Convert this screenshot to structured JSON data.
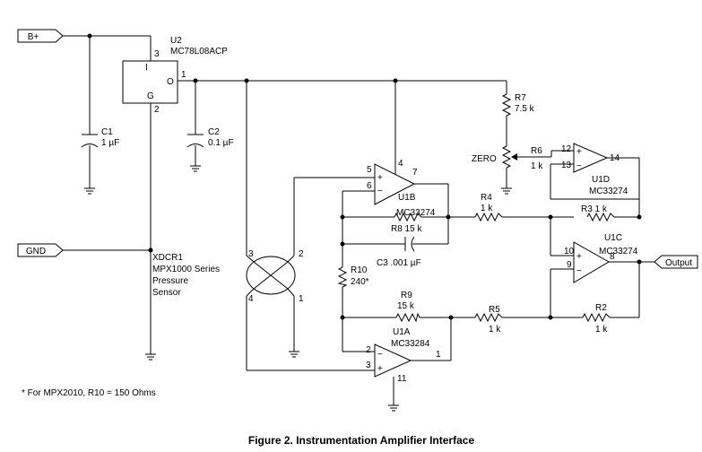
{
  "ports": {
    "bplus": "B+",
    "gnd": "GND",
    "output": "Output"
  },
  "regulator": {
    "ref": "U2",
    "part": "MC78L08ACP",
    "pin_in": "I",
    "pin_out": "O",
    "pin_gnd": "G",
    "pin3": "3",
    "pin1": "1",
    "pin2": "2"
  },
  "caps": {
    "c1_ref": "C1",
    "c1_val": "1 µF",
    "c2_ref": "C2",
    "c2_val": "0.1 µF",
    "c3_label": "C3 .001 µF"
  },
  "sensor": {
    "ref": "XDCR1",
    "series": "MPX1000 Series",
    "line3": "Pressure",
    "line4": "Sensor",
    "p1": "1",
    "p2": "2",
    "p3": "3",
    "p4": "4"
  },
  "resistors": {
    "r7_ref": "R7",
    "r7_val": "7.5 k",
    "zero": "ZERO",
    "r6_ref": "R6",
    "r6_val": "1 k",
    "r4_ref": "R4",
    "r4_val": "1 k",
    "r3_label": "R3  1 k",
    "r8_label": "R8  15 k",
    "r10_ref": "R10",
    "r10_val": "240*",
    "r9_ref": "R9",
    "r9_val": "15 k",
    "r5_ref": "R5",
    "r5_val": "1 k",
    "r2_ref": "R2",
    "r2_val": "1 k"
  },
  "opamps": {
    "u1b_ref": "U1B",
    "u1b_part": "MC33274",
    "u1b_p5": "5",
    "u1b_p6": "6",
    "u1b_p4": "4",
    "u1b_p7": "7",
    "u1d_ref": "U1D",
    "u1d_part": "MC33274",
    "u1d_p12": "12",
    "u1d_p13": "13",
    "u1d_p14": "14",
    "u1c_ref": "U1C",
    "u1c_part": "MC33274",
    "u1c_p10": "10",
    "u1c_p9": "9",
    "u1c_p8": "8",
    "u1a_ref": "U1A",
    "u1a_part": "MC33284",
    "u1a_p2": "2",
    "u1a_p3": "3",
    "u1a_p1": "1",
    "u1a_p11": "11"
  },
  "note": "*  For MPX2010, R10 = 150 Ohms",
  "caption": "Figure 2.  Instrumentation Amplifier Interface"
}
